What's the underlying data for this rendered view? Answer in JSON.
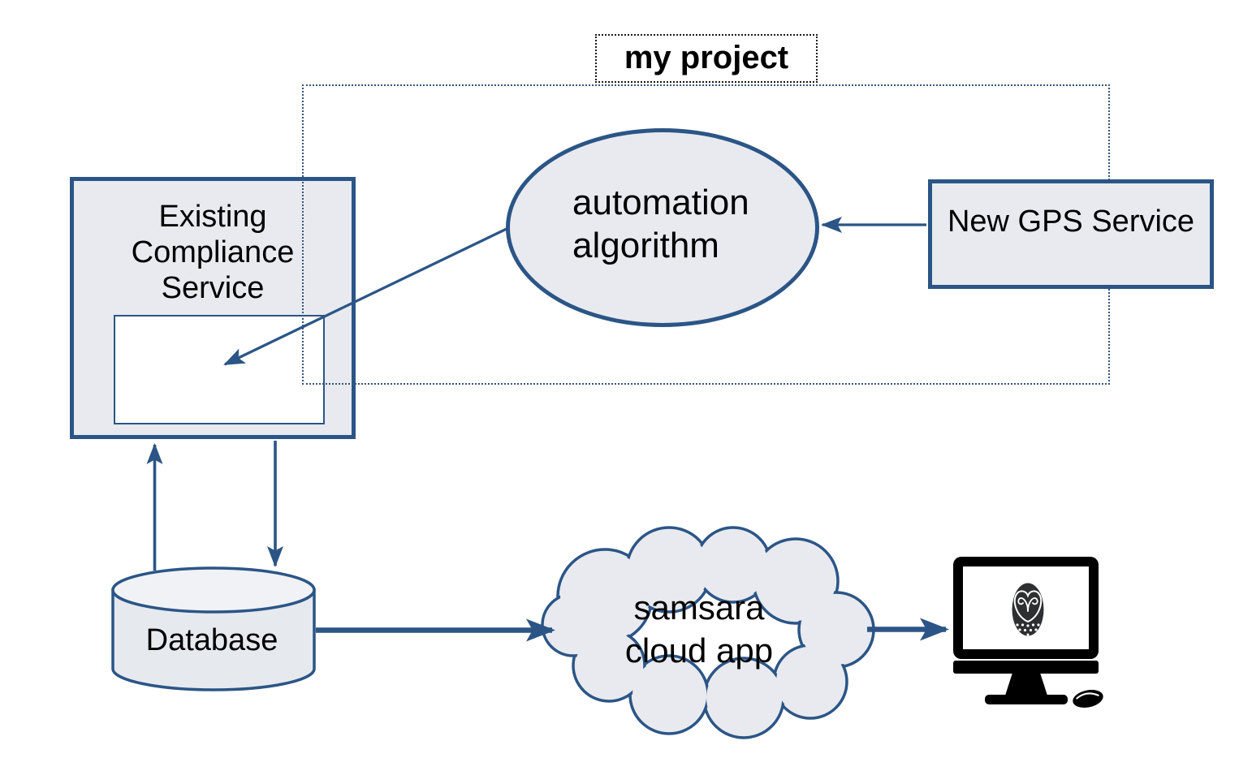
{
  "title": {
    "label": "my project"
  },
  "nodes": {
    "existing_compliance_service": {
      "lines": [
        "Existing",
        "Compliance",
        "Service"
      ]
    },
    "automation_algorithm": {
      "lines": [
        "automation",
        "algorithm"
      ]
    },
    "new_gps_service": {
      "label": "New GPS Service"
    },
    "database": {
      "label": "Database"
    },
    "samsara_cloud_app": {
      "lines": [
        "samsara",
        "cloud app"
      ]
    }
  },
  "icons": {
    "workstation": "desktop-monitor-with-owl-logo",
    "owl": "owl-logo",
    "mouse": "computer-mouse"
  },
  "edges": [
    {
      "from": "new_gps_service",
      "to": "automation_algorithm",
      "type": "arrow"
    },
    {
      "from": "automation_algorithm",
      "to": "compliance_inner_box",
      "type": "arrow"
    },
    {
      "from": "database",
      "to": "existing_compliance_service",
      "type": "arrow"
    },
    {
      "from": "existing_compliance_service",
      "to": "database",
      "type": "arrow"
    },
    {
      "from": "database",
      "to": "samsara_cloud_app",
      "type": "thick_arrow"
    },
    {
      "from": "samsara_cloud_app",
      "to": "workstation",
      "type": "thick_arrow"
    }
  ],
  "colors": {
    "shape_stroke": "#2b5586",
    "shape_fill": "#e8eaef",
    "cylinder_top_fill": "#f0f2f6",
    "project_boundary_dotted": "#34557e",
    "title_border_dotted": "#1a1a1a",
    "monitor_black": "#000000",
    "text": "#000000",
    "background": "#ffffff"
  }
}
